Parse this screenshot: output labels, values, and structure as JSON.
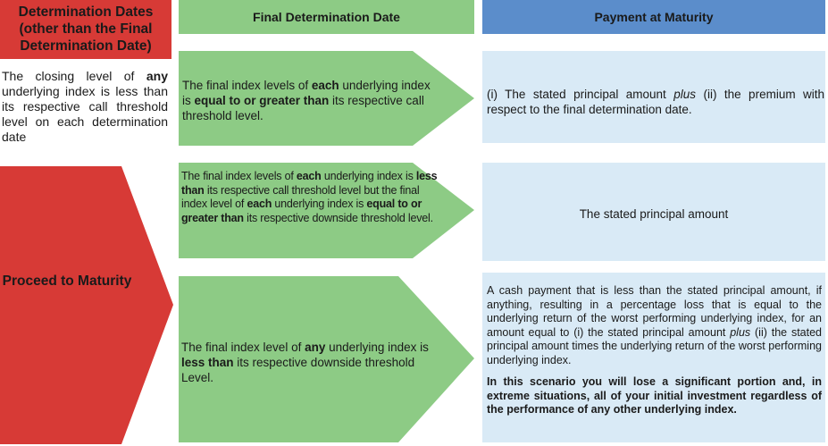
{
  "headers": {
    "determination_dates": "Determination Dates (other than the Final Determination Date)",
    "final_determination": "Final Determination Date",
    "payment": "Payment at Maturity"
  },
  "left_text": {
    "p1": "The closing level of ",
    "b1": "any",
    "p2": " underlying index is less than its respective call threshold level on each determination date"
  },
  "proceed": "Proceed to Maturity",
  "scenario1": {
    "p1": "The final index levels of ",
    "b1": "each",
    "p2": " underlying index is ",
    "b2": "equal to or greater than",
    "p3": " its respective call threshold level."
  },
  "scenario2": {
    "p1": "The final index levels of ",
    "b1": "each",
    "p2": " underlying index is ",
    "b2": "less than",
    "p3": " its respective call threshold level but the final index level of ",
    "b3": "each",
    "p4": " underlying index is ",
    "b4": "equal to or greater than",
    "p5": " its respective downside threshold level."
  },
  "scenario3": {
    "p1": "The final index level of ",
    "b1": "any",
    "p2": " underlying index is ",
    "b2": "less than",
    "p3": " its respective downside threshold Level."
  },
  "payment1": {
    "p1": "(i) The stated principal amount ",
    "i1": "plus",
    "p2": " (ii) the premium with respect to the final determination date."
  },
  "payment2": "The stated principal amount",
  "payment3": {
    "p1": "A cash payment that is less than the stated principal amount, if anything, resulting in a percentage loss that is equal to the underlying return of the worst performing underlying index, for an amount equal to (i) the stated principal amount ",
    "i1": "plus",
    "p2": " (ii) the stated principal amount times the underlying return of the worst performing underlying index.",
    "bold": "In this scenario you will lose a significant portion and, in extreme situations, all of your initial investment regardless of the performance of any other underlying index."
  },
  "colors": {
    "red": "#d73a36",
    "green": "#8dcb85",
    "blue_header": "#5b8dcb",
    "blue_box": "#d9eaf6"
  }
}
